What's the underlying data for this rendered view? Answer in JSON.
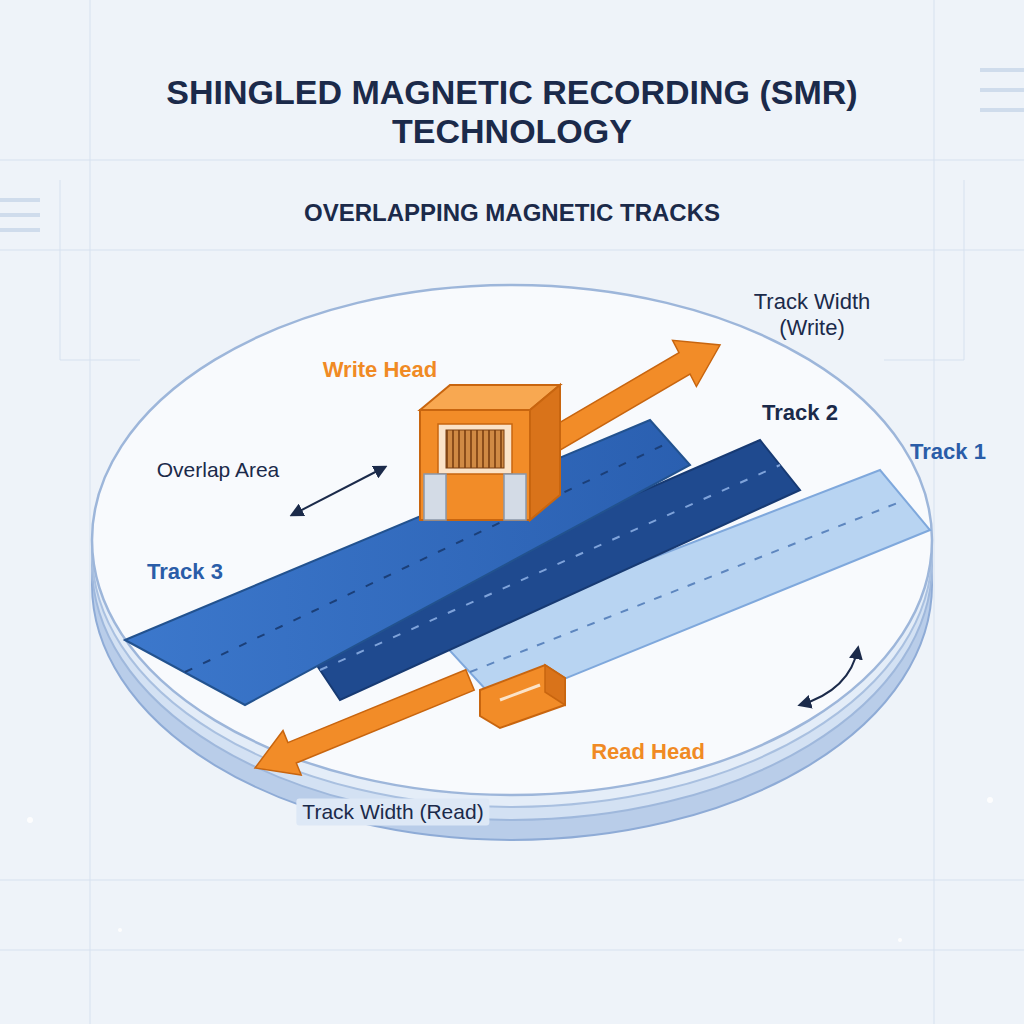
{
  "diagram": {
    "title": "SHINGLED MAGNETIC RECORDING (SMR) TECHNOLOGY",
    "labels": [
      "OVERLAPPING MAGNETIC TRACKS",
      "Track Width (Write)",
      "Write Head",
      "Track 2",
      "Track 1",
      "Overlap Area",
      "Track 3",
      "Read Head",
      "Track Width (Read)"
    ]
  }
}
